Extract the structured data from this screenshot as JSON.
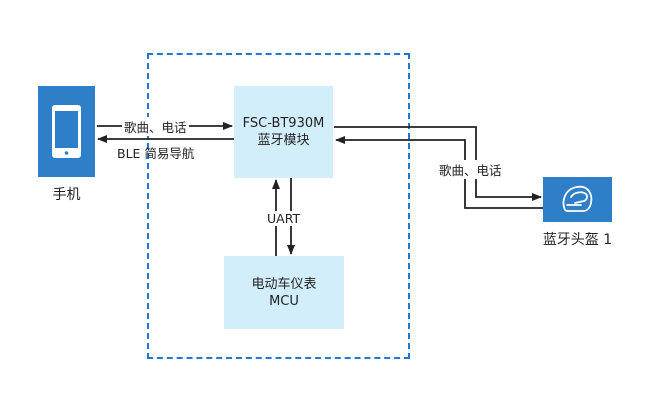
{
  "diagram": {
    "phone": {
      "label": "手机",
      "icon": "smartphone-icon"
    },
    "bt_module": {
      "line1": "FSC-BT930M",
      "line2": "蓝牙模块"
    },
    "mcu": {
      "line1": "电动车仪表",
      "line2": "MCU"
    },
    "helmet": {
      "label": "蓝牙头盔 1",
      "icon": "helmet-icon"
    },
    "links": {
      "phone_to_module": "歌曲、电话",
      "module_to_phone": "BLE 简易导航",
      "module_mcu": "UART",
      "module_helmet": "歌曲、电话"
    },
    "colors": {
      "dark_node": "#2f7fc8",
      "light_node": "#d3eefb",
      "dashed_border": "#1f78d1",
      "arrow": "#222222"
    }
  }
}
